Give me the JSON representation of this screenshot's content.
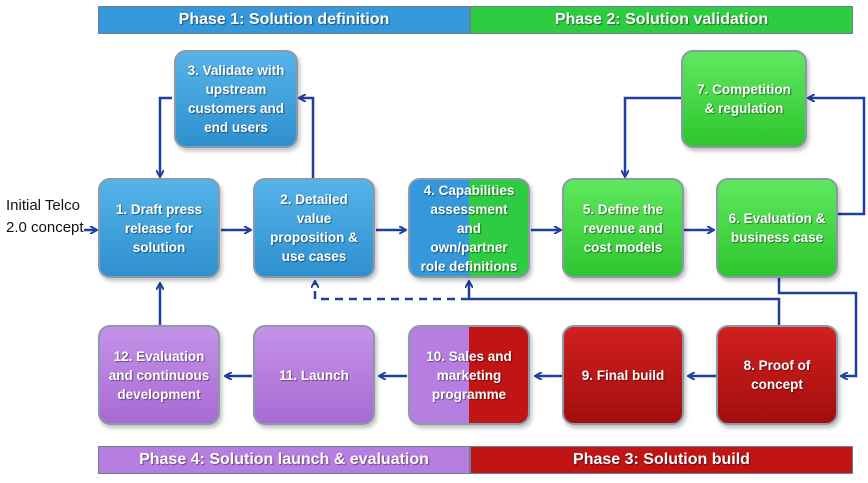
{
  "phases": {
    "p1": "Phase 1: Solution definition",
    "p2": "Phase 2: Solution validation",
    "p3": "Phase 3: Solution build",
    "p4": "Phase 4: Solution launch & evaluation"
  },
  "initial": "Initial Telco 2.0 concept",
  "steps": {
    "s1": "1. Draft press release for solution",
    "s2": "2. Detailed value proposition & use cases",
    "s3": "3. Validate with upstream customers and end users",
    "s4": "4. Capabilities assessment and own/partner role definitions",
    "s5": "5. Define the revenue and cost models",
    "s6": "6. Evaluation & business case",
    "s7": "7. Competition & regulation",
    "s8": "8. Proof of concept",
    "s9": "9. Final build",
    "s10": "10. Sales and marketing programme",
    "s11": "11. Launch",
    "s12": "12. Evaluation and continuous development"
  },
  "colors": {
    "phase1": "#3498db",
    "phase2": "#2ecc40",
    "phase3": "#c11414",
    "phase4": "#b57ee0",
    "arrow": "#1f3fa0"
  }
}
